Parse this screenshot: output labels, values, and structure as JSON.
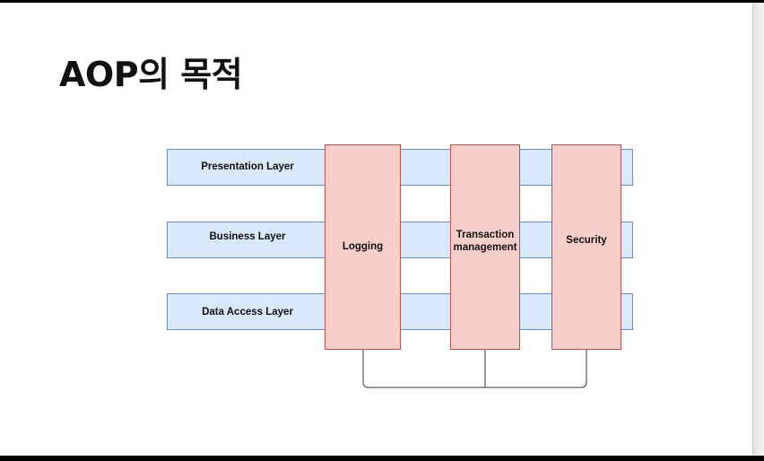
{
  "slide": {
    "title": "AOP의 목적"
  },
  "diagram": {
    "layers": [
      {
        "label": "Presentation Layer"
      },
      {
        "label": "Business Layer"
      },
      {
        "label": "Data Access Layer"
      }
    ],
    "aspects": [
      {
        "label": "Logging"
      },
      {
        "label": "Transaction\nmanagement"
      },
      {
        "label": "Security"
      }
    ],
    "colors": {
      "layer_fill": "#dae8fc",
      "layer_border": "#6c8ebf",
      "aspect_fill": "#f8cecc",
      "aspect_border": "#b85450",
      "connector": "#333333"
    }
  }
}
